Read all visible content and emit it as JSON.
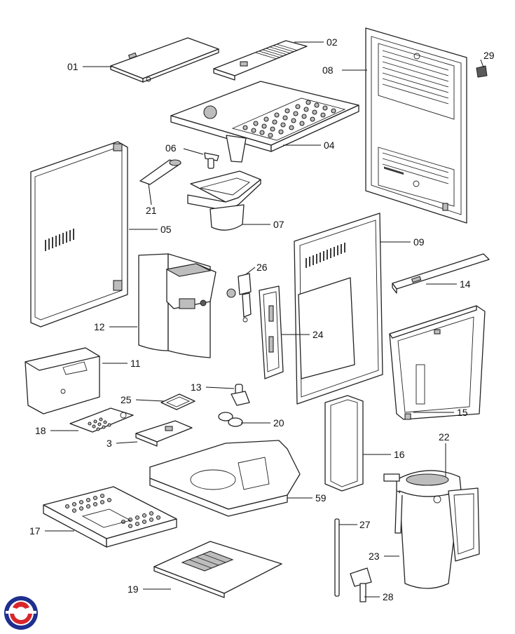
{
  "parts": [
    {
      "id": "01"
    },
    {
      "id": "02"
    },
    {
      "id": "03",
      "label": "3"
    },
    {
      "id": "04"
    },
    {
      "id": "05"
    },
    {
      "id": "06"
    },
    {
      "id": "07"
    },
    {
      "id": "08"
    },
    {
      "id": "09"
    },
    {
      "id": "11"
    },
    {
      "id": "12"
    },
    {
      "id": "13"
    },
    {
      "id": "14"
    },
    {
      "id": "15"
    },
    {
      "id": "16"
    },
    {
      "id": "17"
    },
    {
      "id": "18"
    },
    {
      "id": "19"
    },
    {
      "id": "20"
    },
    {
      "id": "21"
    },
    {
      "id": "22"
    },
    {
      "id": "23"
    },
    {
      "id": "24"
    },
    {
      "id": "25"
    },
    {
      "id": "26"
    },
    {
      "id": "27"
    },
    {
      "id": "28"
    },
    {
      "id": "29"
    },
    {
      "id": "59"
    }
  ],
  "labels": {
    "p01": "01",
    "p02": "02",
    "p03": "3",
    "p04": "04",
    "p05": "05",
    "p06": "06",
    "p07": "07",
    "p08": "08",
    "p09": "09",
    "p11": "11",
    "p12": "12",
    "p13": "13",
    "p14": "14",
    "p15": "15",
    "p16": "16",
    "p17": "17",
    "p18": "18",
    "p19": "19",
    "p20": "20",
    "p21": "21",
    "p22": "22",
    "p23": "23",
    "p24": "24",
    "p25": "25",
    "p26": "26",
    "p27": "27",
    "p28": "28",
    "p29": "29",
    "p59": "59"
  },
  "logo": {
    "icon": "brand-swirl-logo",
    "colors": [
      "#1e2f8f",
      "#d8262d"
    ]
  }
}
